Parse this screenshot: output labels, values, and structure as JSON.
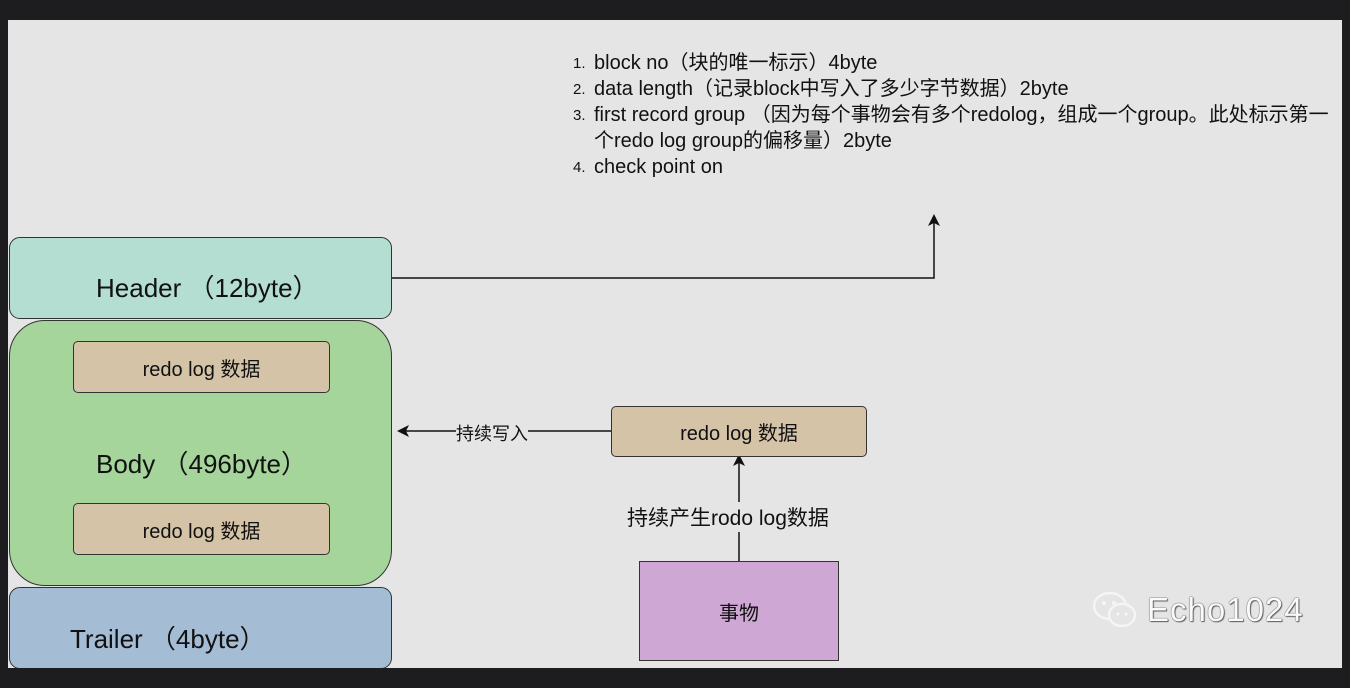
{
  "notes": [
    {
      "num": "1.",
      "text": "block no（块的唯一标示）4byte"
    },
    {
      "num": "2.",
      "text": "data length（记录block中写入了多少字节数据）2byte"
    },
    {
      "num": "3.",
      "text": "first record group （因为每个事物会有多个redolog，组成一个group。此处标示第一个redo log group的偏移量）2byte"
    },
    {
      "num": "4.",
      "text": "check point on"
    }
  ],
  "block": {
    "header_label": "Header （12byte）",
    "body_label": "Body （496byte）",
    "trailer_label": "Trailer （4byte）",
    "body_log_1": "redo log 数据",
    "body_log_2": "redo log 数据"
  },
  "flow": {
    "log_box_label": "redo log 数据",
    "transaction_label": "事物",
    "continuous_write_label": "持续写入",
    "continuous_generate_label": "持续产生rodo log数据"
  },
  "watermark": {
    "text": "Echo1024",
    "icon": "wechat-icon"
  }
}
